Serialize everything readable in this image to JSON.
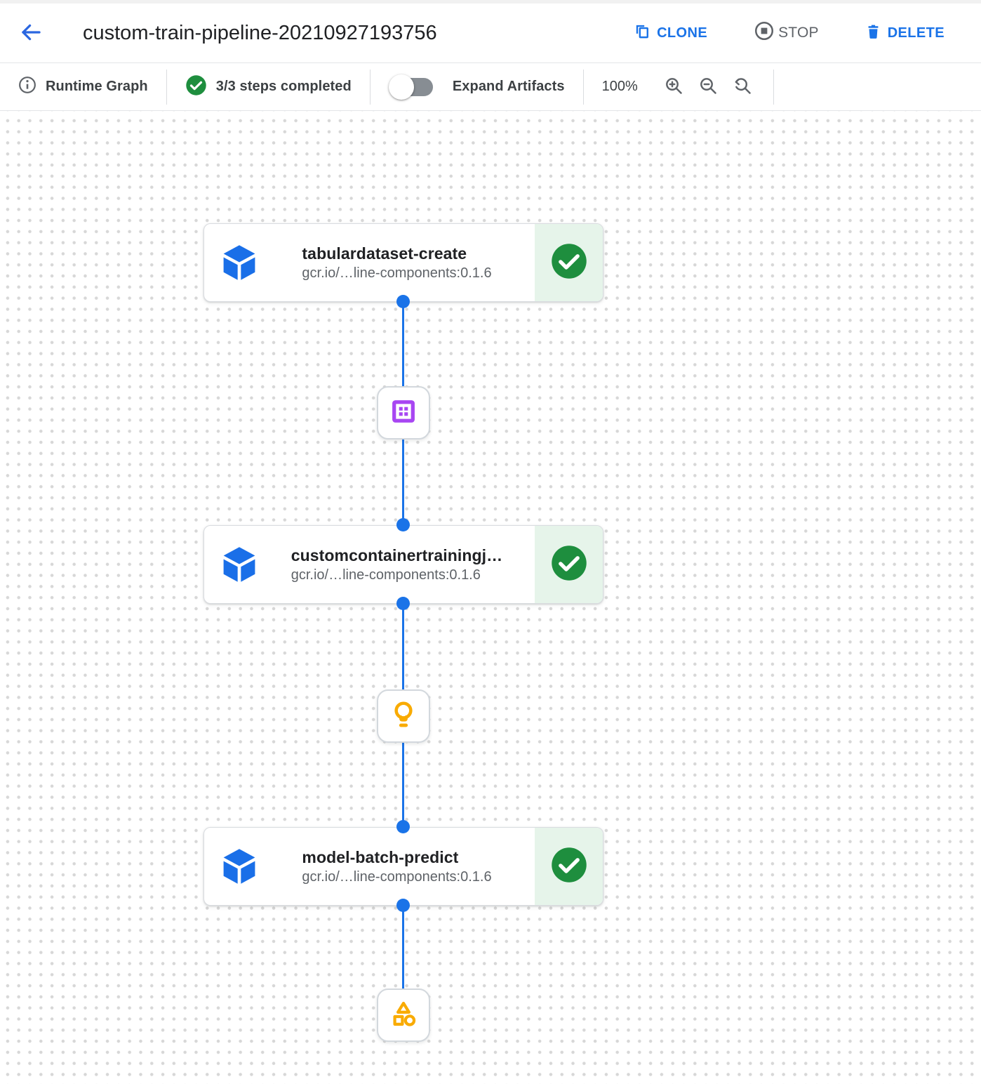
{
  "header": {
    "title": "custom-train-pipeline-20210927193756",
    "actions": [
      {
        "label": "CLONE",
        "icon": "clone-icon",
        "color": "#1a73e8"
      },
      {
        "label": "STOP",
        "icon": "stop-icon",
        "color": "#5f6368"
      },
      {
        "label": "DELETE",
        "icon": "delete-icon",
        "color": "#1a73e8"
      }
    ]
  },
  "toolbar": {
    "runtime_graph_label": "Runtime Graph",
    "steps_completed": "3/3 steps completed",
    "expand_artifacts_label": "Expand Artifacts",
    "expand_artifacts_on": false,
    "zoom_level": "100%"
  },
  "graph": {
    "nodes": [
      {
        "title": "tabulardataset-create",
        "subtitle": "gcr.io/…line-components:0.1.6",
        "status": "succeeded"
      },
      {
        "title": "customcontainertrainingj…",
        "subtitle": "gcr.io/…line-components:0.1.6",
        "status": "succeeded"
      },
      {
        "title": "model-batch-predict",
        "subtitle": "gcr.io/…line-components:0.1.6",
        "status": "succeeded"
      }
    ],
    "artifacts": [
      {
        "icon": "dataset-icon",
        "color": "#a846f2"
      },
      {
        "icon": "model-icon",
        "color": "#f9ab00"
      },
      {
        "icon": "generic-artifact-icon",
        "color": "#f9ab00"
      }
    ]
  },
  "colors": {
    "accent_blue": "#1a73e8",
    "success_green": "#1e8e3e",
    "success_bg": "#e6f4ea",
    "artifact_purple": "#a846f2",
    "artifact_amber": "#f9ab00",
    "muted_gray": "#5f6368"
  }
}
